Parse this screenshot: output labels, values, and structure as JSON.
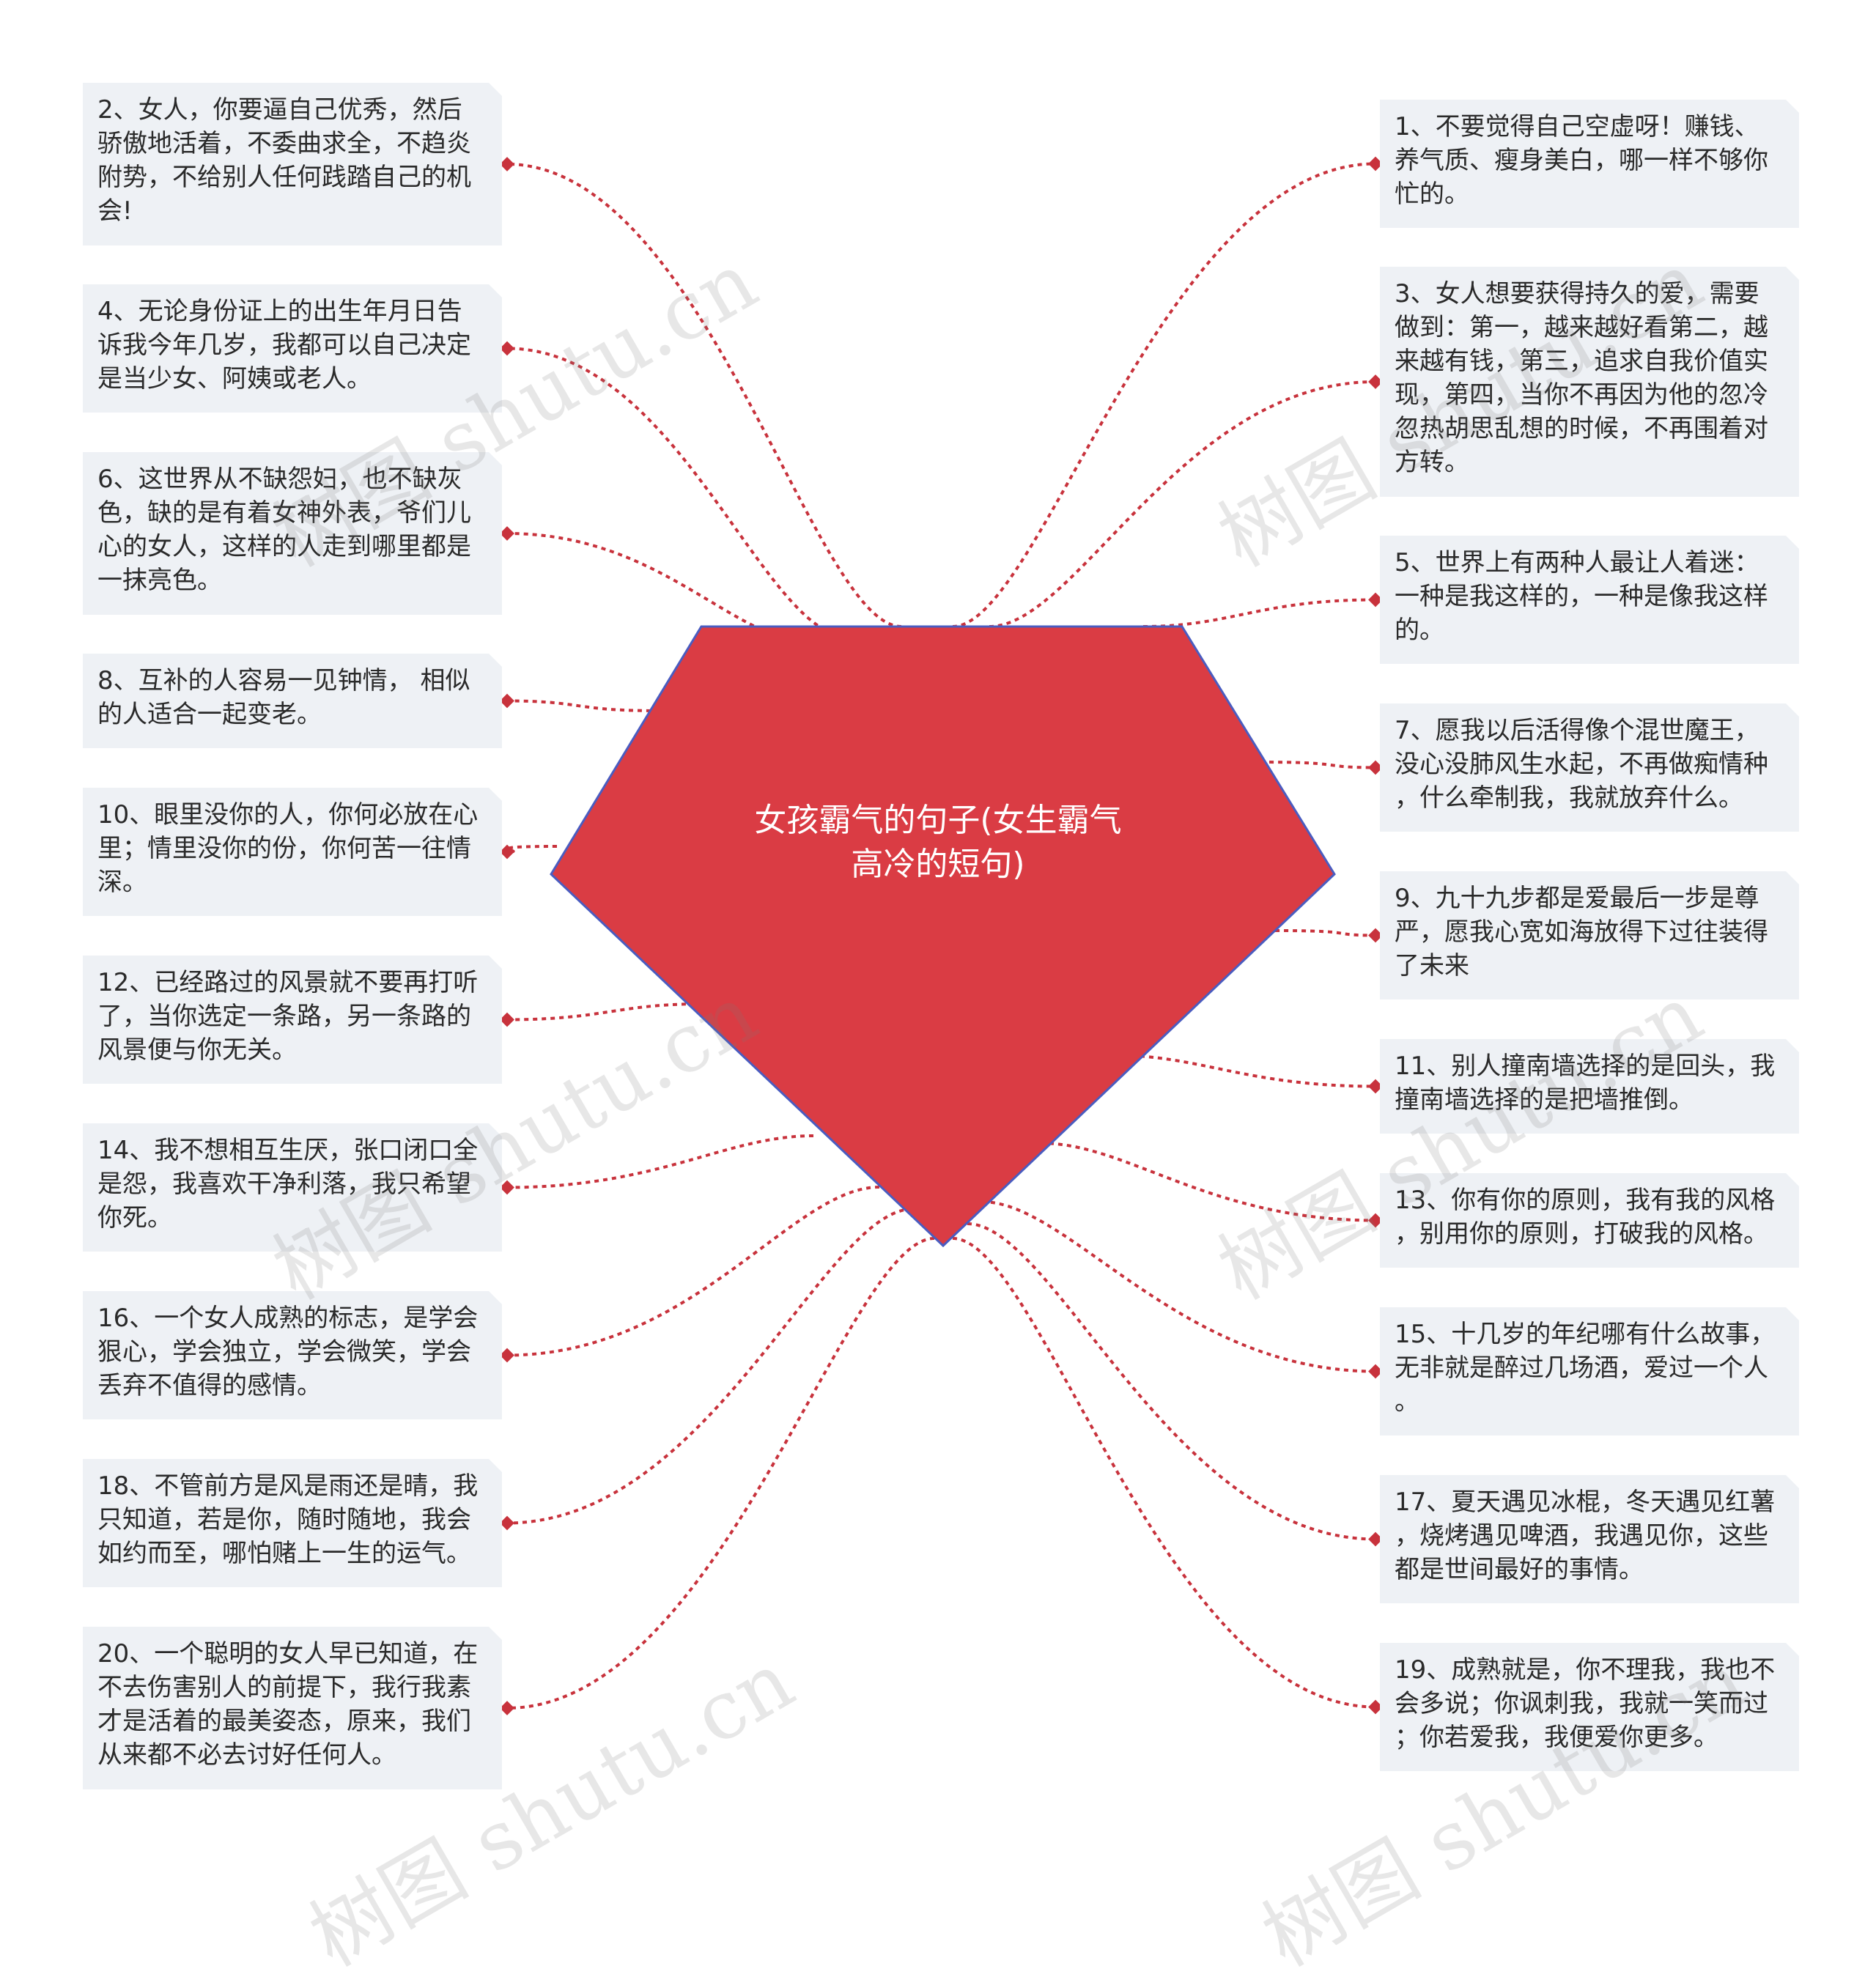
{
  "center": {
    "label": "女孩霸气的句子(女生霸气\n高冷的短句)"
  },
  "colors": {
    "accent": "#da3c44",
    "link": "#c8323c",
    "node_bg": "#eef1f5",
    "outline": "#4a5cc0"
  },
  "watermark": "树图 shutu.cn",
  "left_nodes": [
    "2、女人，你要逼自己优秀，然后\n骄傲地活着，不委曲求全，不趋炎\n附势，不给别人任何践踏自己的机\n会!",
    "4、无论身份证上的出生年月日告\n诉我今年几岁，我都可以自己决定\n是当少女、阿姨或老人。",
    "6、这世界从不缺怨妇，也不缺灰\n色，缺的是有着女神外表，爷们儿\n心的女人，这样的人走到哪里都是\n一抹亮色。",
    "8、互补的人容易一见钟情， 相似\n的人适合一起变老。",
    "10、眼里没你的人，你何必放在心\n里；情里没你的份，你何苦一往情\n深。",
    "12、已经路过的风景就不要再打听\n了，当你选定一条路，另一条路的\n风景便与你无关。",
    "14、我不想相互生厌，张口闭口全\n是怨，我喜欢干净利落，我只希望\n你死。",
    "16、一个女人成熟的标志，是学会\n狠心，学会独立，学会微笑，学会\n丢弃不值得的感情。",
    "18、不管前方是风是雨还是晴，我\n只知道，若是你，随时随地，我会\n如约而至，哪怕赌上一生的运气。",
    "20、一个聪明的女人早已知道，在\n不去伤害别人的前提下，我行我素\n才是活着的最美姿态，原来，我们\n从来都不必去讨好任何人。"
  ],
  "right_nodes": [
    "1、不要觉得自己空虚呀！赚钱、\n养气质、瘦身美白，哪一样不够你\n忙的。",
    "3、女人想要获得持久的爱，需要\n做到：第一，越来越好看第二，越\n来越有钱，第三，追求自我价值实\n现，第四，当你不再因为他的忽冷\n忽热胡思乱想的时候，不再围着对\n方转。",
    "5、世界上有两种人最让人着迷：\n一种是我这样的，一种是像我这样\n的。",
    "7、愿我以后活得像个混世魔王，\n没心没肺风生水起，不再做痴情种\n，什么牵制我，我就放弃什么。",
    "9、九十九步都是爱最后一步是尊\n严，愿我心宽如海放得下过往装得\n了未来",
    "11、别人撞南墙选择的是回头，我\n撞南墙选择的是把墙推倒。",
    "13、你有你的原则，我有我的风格\n，别用你的原则，打破我的风格。",
    "15、十几岁的年纪哪有什么故事，\n无非就是醉过几场酒，爱过一个人\n。",
    "17、夏天遇见冰棍，冬天遇见红薯\n，烧烤遇见啤酒，我遇见你，这些\n都是世间最好的事情。",
    "19、成熟就是，你不理我，我也不\n会多说；你讽刺我，我就一笑而过\n；你若爱我，我便爱你更多。"
  ]
}
